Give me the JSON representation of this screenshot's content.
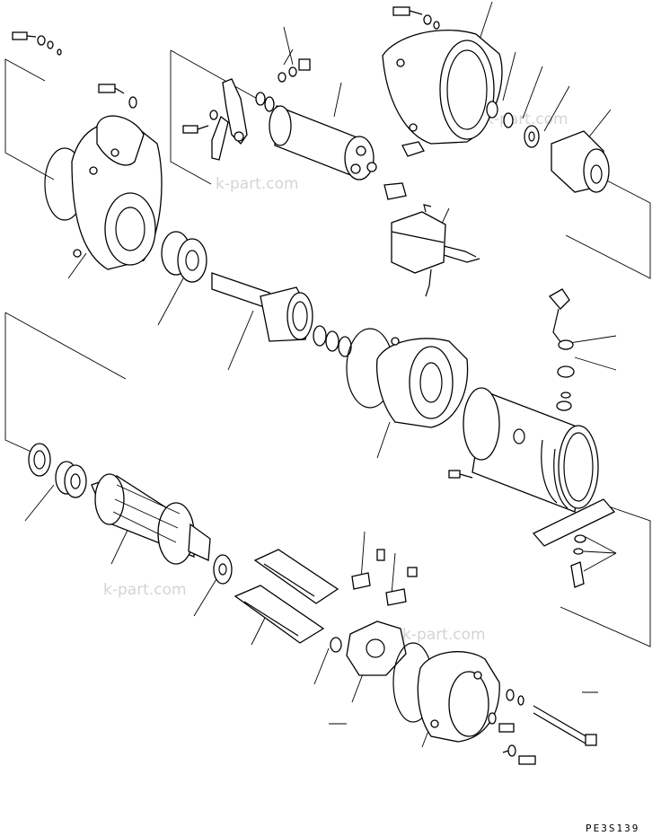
{
  "diagram": {
    "type": "exploded-parts-view",
    "drawing_code": "PE3S139",
    "watermarks": [
      "k-part.com",
      "k-part.com",
      "k-part.com",
      "k-part.com"
    ],
    "colors": {
      "ink": "#000000",
      "background": "#ffffff",
      "watermark": "#d4d4d4"
    }
  }
}
